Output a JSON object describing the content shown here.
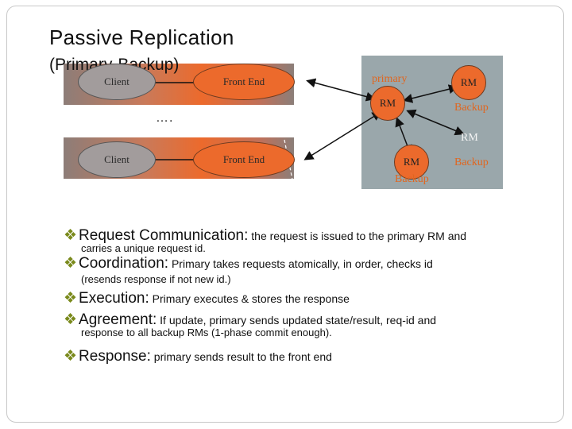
{
  "title": "Passive  Replication",
  "subtitle": "(Primary-Backup)",
  "client_label": "Client",
  "front_end_label": "Front End",
  "ellipsis": "….",
  "primary_label": "primary",
  "rm_label": "RM",
  "backup_label": "Backup",
  "colors": {
    "band_orange": "#ec6a2c",
    "panel": "#9aa7ab",
    "bullet": "#7a8a1c",
    "tag": "#e0661f"
  },
  "bullets": [
    {
      "icon": "diamond-bullet-icon",
      "lead": "Request Communication:",
      "text": " the request is issued to the primary RM and",
      "cont": "carries a unique request id."
    },
    {
      "icon": "diamond-bullet-icon",
      "lead": "Coordination:",
      "text": " Primary takes requests atomically, in order, checks id",
      "cont": "(resends response if not new id.)"
    },
    {
      "icon": "diamond-bullet-icon",
      "lead": "Execution:",
      "text": " Primary executes & stores the response",
      "cont": ""
    },
    {
      "icon": "diamond-bullet-icon",
      "lead": "Agreement:",
      "text": " If update, primary sends updated state/result, req-id and",
      "cont": "response to all backup RMs (1-phase commit enough)."
    },
    {
      "icon": "diamond-bullet-icon",
      "lead": "Response:",
      "text": "  primary sends result to the front end",
      "cont": ""
    }
  ]
}
